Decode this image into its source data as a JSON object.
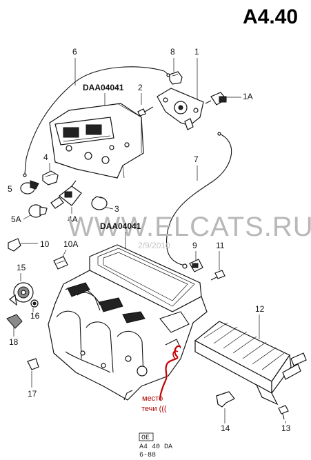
{
  "header": {
    "title": "A4.40"
  },
  "watermark": {
    "site": "WWW.ELCATS.RU",
    "date": "2/9/2010"
  },
  "assembly_codes": {
    "control_panel": "DAA04041",
    "heater_box": "DAA04041"
  },
  "part_numbers": {
    "p1": "1",
    "p1a": "1A",
    "p2": "2",
    "p3": "3",
    "p4": "4",
    "p4a": "4A",
    "p5": "5",
    "p5a": "5A",
    "p6": "6",
    "p7": "7",
    "p8": "8",
    "p9": "9",
    "p10": "10",
    "p10a": "10A",
    "p11": "11",
    "p12": "12",
    "p13": "13",
    "p14": "14",
    "p15": "15",
    "p16": "16",
    "p17": "17",
    "p18": "18"
  },
  "annotation": {
    "line1": "место",
    "line2": "течи (((",
    "color": "#b00000"
  },
  "footer": {
    "badge": "OE",
    "ref": "A4 40 DA",
    "date": "6-88"
  }
}
